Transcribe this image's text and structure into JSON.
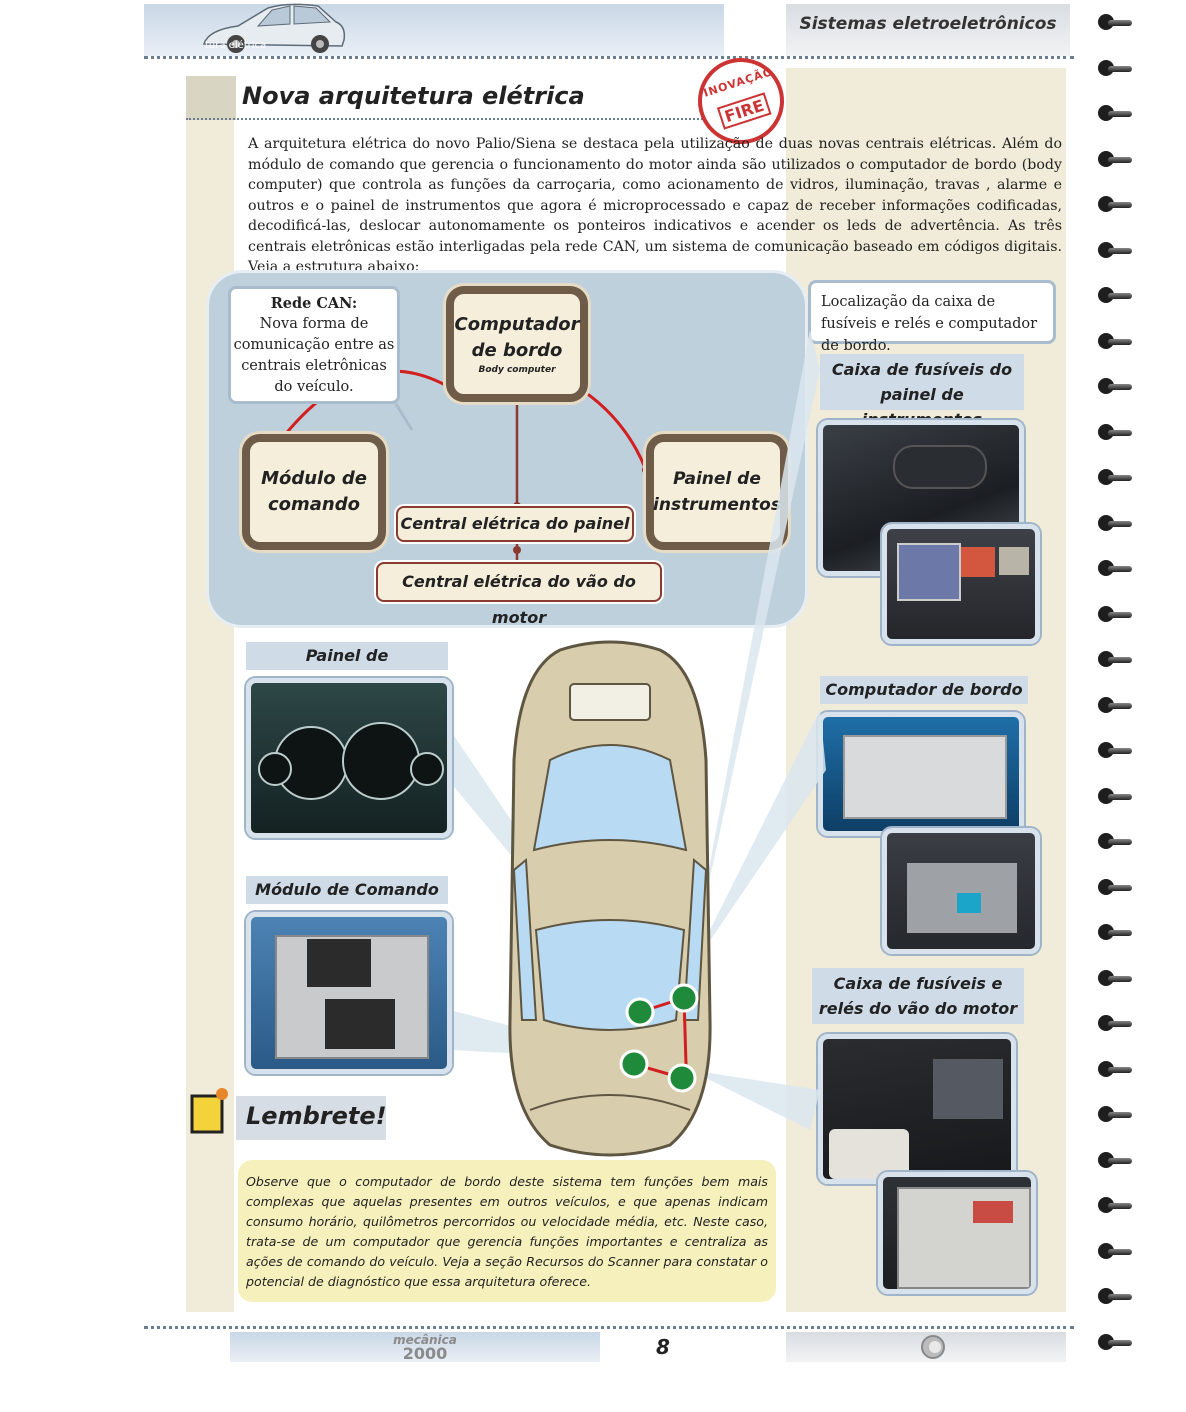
{
  "header": {
    "small_label": "tura elétrica",
    "section": "Sistemas eletroeletrônicos"
  },
  "page_title": "Nova arquitetura elétrica",
  "stamp": {
    "line1": "INOVAÇÃO",
    "line2": "FIRE"
  },
  "intro": "A arquitetura elétrica do novo Palio/Siena se destaca pela utilização de duas novas centrais elétricas. Além do módulo de comando que gerencia o funcionamento do motor ainda são utilizados o computador de bordo (body computer) que controla as funções da carroçaria, como acionamento de vidros, iluminação, travas , alarme e outros e o painel de instrumentos que agora é microprocessado e capaz de receber informações codificadas, decodificá-las, deslocar autonomamente os ponteiros indicativos e acender os leds de advertência. As três centrais eletrônicas estão interligadas pela rede CAN, um sistema de comunicação baseado em códigos digitais. Veja a estrutura abaixo:",
  "diagram": {
    "callout_title": "Rede CAN:",
    "callout_body": "Nova forma de comunicação entre as centrais eletrônicas do veículo.",
    "computer_line1": "Computador",
    "computer_line2": "de bordo",
    "computer_sub": "Body computer",
    "module_line1": "Módulo de",
    "module_line2": "comando",
    "panel_line1": "Painel de",
    "panel_line2": "instrumentos",
    "central_panel": "Central elétrica do painel",
    "central_engine": "Central elétrica do vão do motor",
    "link_color": "#d21f1f",
    "trunk_color": "#8a3a30"
  },
  "location_note": "Localização da caixa de fusíveis e relés e computador de bordo.",
  "labels": {
    "fuse_panel_1": "Caixa de fusíveis do",
    "fuse_panel_2": "painel de instrumentos",
    "board_computer": "Computador de bordo",
    "fuse_engine_1": "Caixa de fusíveis  e",
    "fuse_engine_2": "relés do vão do motor",
    "instrument_panel": "Painel de instrumentos",
    "command_module": "Módulo de Comando"
  },
  "lembrete": {
    "title": "Lembrete!",
    "body": "Observe que o computador de bordo deste sistema tem funções bem mais complexas que aquelas presentes em outros veículos, e que apenas indicam consumo horário, quilômetros percorridos ou velocidade média, etc. Neste caso, trata-se de um computador que gerencia funções importantes e centraliza as ações de comando do veículo. Veja a seção Recursos do Scanner para constatar o potencial de diagnóstico que essa arquitetura oferece."
  },
  "footer": {
    "brand_line1": "mecânica",
    "brand_line2": "2000",
    "page_number": "8"
  },
  "colors": {
    "accent_blue": "#bfd0dd",
    "beige": "#f0ecd9",
    "node_border": "#6e5b48",
    "marker_green": "#1f8a3a"
  }
}
